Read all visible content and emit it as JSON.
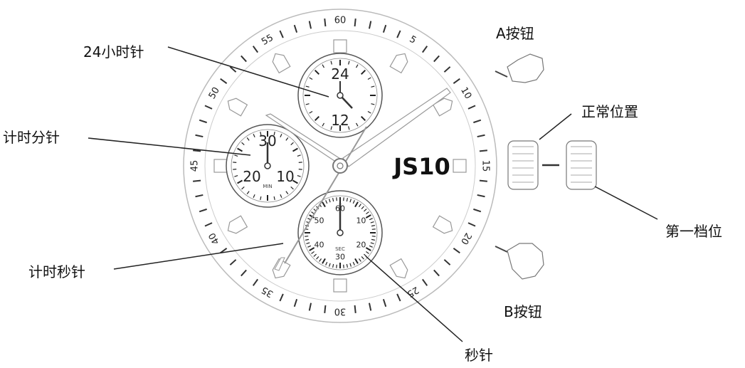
{
  "callouts": {
    "hour24_hand": "24小时针",
    "chrono_minute_hand": "计时分针",
    "chrono_second_hand": "计时秒针",
    "second_hand": "秒针",
    "button_a": "A按钮",
    "normal_position": "正常位置",
    "first_position": "第一档位",
    "button_b": "B按钮"
  },
  "dial": {
    "brand": "JS10",
    "bezel_numbers": [
      "60",
      "5",
      "10",
      "15",
      "20",
      "25",
      "30",
      "35",
      "40",
      "45",
      "50",
      "55"
    ],
    "subdial_24h": {
      "top": "24",
      "bottom": "12"
    },
    "subdial_min": {
      "top": "30",
      "left": "20",
      "right": "10",
      "caption": "MIN"
    },
    "subdial_sec": {
      "numbers": [
        "60",
        "10",
        "20",
        "30",
        "40",
        "50"
      ],
      "caption": "SEC"
    }
  },
  "colors": {
    "line": "#333333",
    "light_line": "#888888",
    "text": "#111111"
  }
}
